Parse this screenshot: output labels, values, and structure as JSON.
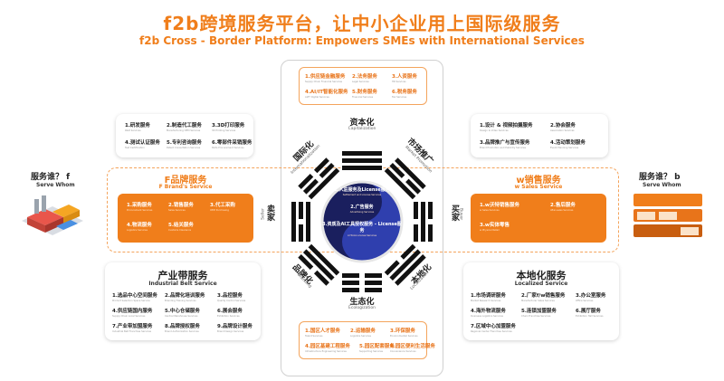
{
  "title_zh": "f2b跨境服务平台，让中小企业用上国际级服务",
  "title_en": "f2b Cross - Border Platform: Empowers SMEs with International Services",
  "top_services": [
    {
      "label": "1.供应链金融服务",
      "sub": "Supply Chain Financial Services"
    },
    {
      "label": "2.法务服务",
      "sub": "Legal Services"
    },
    {
      "label": "3.人资服务",
      "sub": "HR Services"
    },
    {
      "label": "4.AI/IT智能化服务",
      "sub": "AI/IT Digital Services"
    },
    {
      "label": "5.财务服务",
      "sub": "Financial Services"
    },
    {
      "label": "6.税务服务",
      "sub": "Tax Services"
    }
  ],
  "bottom_services": [
    {
      "label": "1.国区人才服务",
      "sub": "Talent Services"
    },
    {
      "label": "2.运输服务",
      "sub": "Logistics Services"
    },
    {
      "label": "3.环保服务",
      "sub": "Environmental Services"
    },
    {
      "label": "4.园区基建工程服务",
      "sub": "Infrastructure Engineering Services"
    },
    {
      "label": "5.园区配套服务",
      "sub": "Supporting Services"
    },
    {
      "label": "6.园区便利生活服务",
      "sub": "Convenience Services"
    }
  ],
  "top_left_services": [
    {
      "label": "1.研发服务",
      "sub": "R&D Services"
    },
    {
      "label": "2.制造代工服务",
      "sub": "Manufacturing OEM Services"
    },
    {
      "label": "3.3D打印服务",
      "sub": "3D Printing Services"
    },
    {
      "label": "4.测试认证服务",
      "sub": "Test Certification"
    },
    {
      "label": "5.专利咨询服务",
      "sub": "Patent Consultation Services"
    },
    {
      "label": "6.零部件采销服务",
      "sub": "Parts Procurement Services"
    }
  ],
  "top_right_services": [
    {
      "label": "1.设计 & 视频拍摄服务",
      "sub": "Design & Video Services"
    },
    {
      "label": "2.协会服务",
      "sub": "Association Services"
    },
    {
      "label": "3.品牌推广与宣传服务",
      "sub": "Brand Promotion and Publicity Services"
    },
    {
      "label": "4.活动策划服务",
      "sub": "Event Planning Services"
    }
  ],
  "f_brand": {
    "title_zh": "F品牌服务",
    "title_en": "F Brand's Service",
    "items": [
      {
        "label": "1.采购服务",
        "sub": "Procurement Services"
      },
      {
        "label": "2.销售服务",
        "sub": "Sales Services"
      },
      {
        "label": "3.代工采购",
        "sub": "OEM Purchasing"
      },
      {
        "label": "4.物流服务",
        "sub": "Logistics Services"
      },
      {
        "label": "5.结关服务",
        "sub": "Customs Clearance"
      }
    ]
  },
  "w_sales": {
    "title_zh": "w销售服务",
    "title_en": "w Sales Service",
    "items": [
      {
        "label": "1.w沃特销售服务",
        "sub": "w Sales Services"
      },
      {
        "label": "2.售后服务",
        "sub": "After-sales Services"
      },
      {
        "label": "3.w实体零售",
        "sub": "w Physical Retail"
      }
    ]
  },
  "industrial": {
    "title_zh": "产业带服务",
    "title_en": "Industrial Belt Service",
    "items": [
      {
        "label": "1.选品中心空间服务",
        "sub": "Product Selection Space Service"
      },
      {
        "label": "2.品牌化培训服务",
        "sub": "Branding Training Services"
      },
      {
        "label": "3.品控服务",
        "sub": "Quality Control Services"
      },
      {
        "label": "4.供应链国内服务",
        "sub": "Supply Chain Local Services"
      },
      {
        "label": "5.中心仓储服务",
        "sub": "Central Warehouse Services"
      },
      {
        "label": "6.展会服务",
        "sub": "Exhibition Services"
      },
      {
        "label": "7.产业带加盟服务",
        "sub": "Industrial Belt Franchise Services"
      },
      {
        "label": "8.品牌授权服务",
        "sub": "Brand Authorization Services"
      },
      {
        "label": "9.品牌设计服务",
        "sub": "Brand Design Services"
      }
    ]
  },
  "localized": {
    "title_zh": "本地化服务",
    "title_en": "Localized Service",
    "items": [
      {
        "label": "1.市场调研服务",
        "sub": "Market Research Services"
      },
      {
        "label": "2.厂家f/w销售服务",
        "sub": "Manufacturer Sales Services"
      },
      {
        "label": "3.办公室服务",
        "sub": "Office Services"
      },
      {
        "label": "4.海外物流服务",
        "sub": "Overseas Logistics Services"
      },
      {
        "label": "5.连锁加盟服务",
        "sub": "Chain Franchise Services"
      },
      {
        "label": "6.展厅服务",
        "sub": "Exhibition Hall Services"
      },
      {
        "label": "7.区域中心加盟服务",
        "sub": "Regional Center Franchise Services"
      }
    ]
  },
  "center_items": [
    {
      "label": "1.入驻服务及License服务",
      "sub": "Settlement and License Services"
    },
    {
      "label": "2.广告服务",
      "sub": "Advertising Services"
    },
    {
      "label": "3.资质及AI工具授权服务 - License服务",
      "sub": "AI Tools License Services"
    }
  ],
  "ring": {
    "top": {
      "zh": "资本化",
      "en": "Capitalization"
    },
    "bottom": {
      "zh": "生态化",
      "en": "Ecologization"
    },
    "upper_left": {
      "zh": "国际化",
      "en": "Internationalization"
    },
    "upper_right": {
      "zh": "市场推广",
      "en": "Market Promotion"
    },
    "lower_left": {
      "zh": "品牌化",
      "en": "Branding"
    },
    "lower_right": {
      "zh": "本地化",
      "en": "Localization"
    },
    "left": {
      "zh": "卖家",
      "en": "Seller"
    },
    "right": {
      "zh": "买家",
      "en": "Buyer"
    }
  },
  "serve_left": {
    "zh": "服务谁？ f",
    "en": "Serve Whom"
  },
  "serve_right": {
    "zh": "服务谁？ b",
    "en": "Serve Whom"
  },
  "colors": {
    "accent": "#f07e1b",
    "center": "#2f3fae"
  }
}
